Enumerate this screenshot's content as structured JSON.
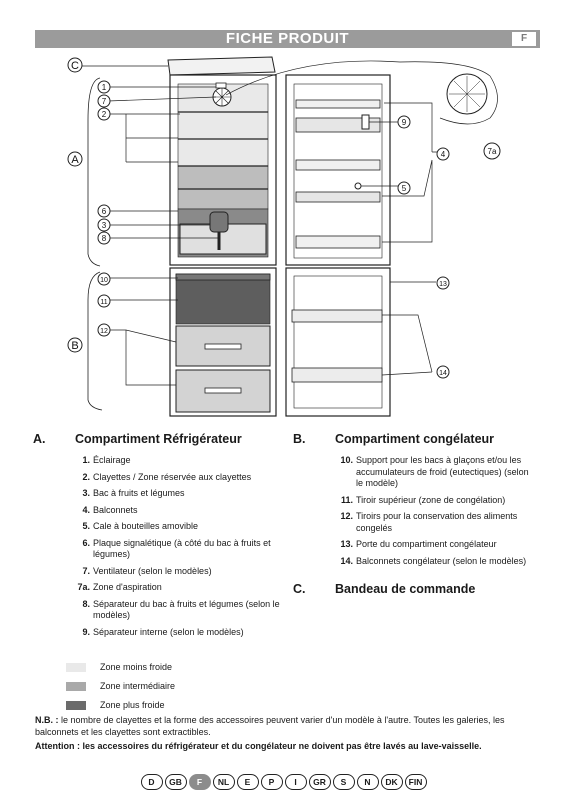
{
  "header": {
    "title": "FICHE PRODUIT",
    "badge": "F"
  },
  "diagram": {
    "callouts": [
      "C",
      "A",
      "B",
      "1",
      "7",
      "2",
      "6",
      "3",
      "8",
      "9",
      "4",
      "5",
      "7a",
      "10",
      "11",
      "12",
      "13",
      "14"
    ]
  },
  "section_a": {
    "letter": "A.",
    "title": "Compartiment Réfrigérateur",
    "items": [
      {
        "n": "1.",
        "t": "Éclairage"
      },
      {
        "n": "2.",
        "t": "Clayettes / Zone réservée aux clayettes"
      },
      {
        "n": "3.",
        "t": "Bac à fruits et légumes"
      },
      {
        "n": "4.",
        "t": "Balconnets"
      },
      {
        "n": "5.",
        "t": "Cale à bouteilles amovible"
      },
      {
        "n": "6.",
        "t": "Plaque signalétique (à côté du bac à fruits et légumes)"
      },
      {
        "n": "7.",
        "t": "Ventilateur (selon le modèles)"
      },
      {
        "n": "7a.",
        "t": "Zone d'aspiration"
      },
      {
        "n": "8.",
        "t": "Séparateur du bac à fruits et légumes (selon le modèles)"
      },
      {
        "n": "9.",
        "t": "Séparateur interne (selon le modèles)"
      }
    ]
  },
  "section_b": {
    "letter": "B.",
    "title": "Compartiment congélateur",
    "items": [
      {
        "n": "10.",
        "t": "Support pour les bacs à glaçons et/ou les accumulateurs de froid (eutectiques) (selon le modèle)"
      },
      {
        "n": "11.",
        "t": "Tiroir supérieur (zone de congélation)"
      },
      {
        "n": "12.",
        "t": "Tiroirs pour la conservation des aliments congelés"
      },
      {
        "n": "13.",
        "t": "Porte du compartiment congélateur"
      },
      {
        "n": "14.",
        "t": "Balconnets congélateur (selon le modèles)"
      }
    ]
  },
  "section_c": {
    "letter": "C.",
    "title": "Bandeau de commande"
  },
  "legend": [
    {
      "label": "Zone moins froide",
      "color": "#e9e9e9"
    },
    {
      "label": "Zone intermédiaire",
      "color": "#a9a9a9"
    },
    {
      "label": "Zone plus froide",
      "color": "#6b6b6b"
    }
  ],
  "notes": {
    "nb_label": "N.B. :",
    "nb_text": "le nombre de clayettes et la forme des accessoires peuvent varier d'un modèle à l'autre. Toutes les galeries, les balconnets et les clayettes sont extractibles.",
    "attention": "Attention : les accessoires du réfrigérateur et du congélateur ne doivent pas être lavés au lave-vaisselle."
  },
  "languages": [
    "D",
    "GB",
    "F",
    "NL",
    "E",
    "P",
    "I",
    "GR",
    "S",
    "N",
    "DK",
    "FIN"
  ],
  "active_language": "F"
}
